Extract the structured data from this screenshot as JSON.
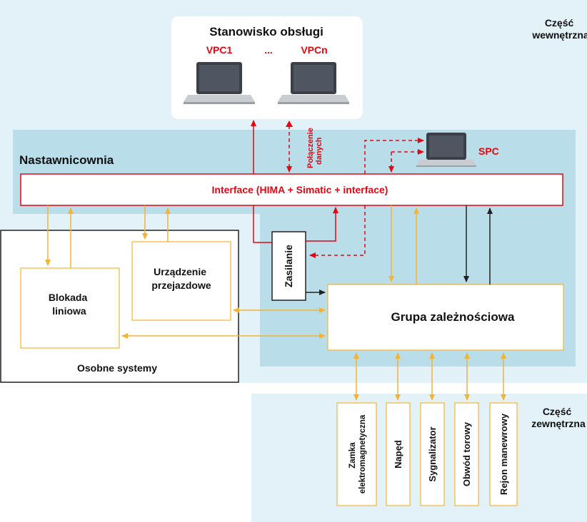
{
  "zones": {
    "inner_label_line1": "Część",
    "inner_label_line2": "wewnętrzna",
    "outer_label_line1": "Część",
    "outer_label_line2": "zewnętrzna"
  },
  "workstation": {
    "title": "Stanowisko obsługi",
    "vpc1": "VPC1",
    "ellipsis": "...",
    "vpcn": "VPCn"
  },
  "data_link": {
    "line1": "Połączenie",
    "line2": "danych"
  },
  "spc": "SPC",
  "control_room": "Nastawnicownia",
  "interface": "Interface (HIMA + Simatic + interface)",
  "power": "Zasilanie",
  "interlocking": "Grupa zależnościowa",
  "separate_systems": {
    "title": "Osobne systemy",
    "block_line1": "Blokada",
    "block_line2": "liniowa",
    "crossing_line1": "Urządzenie",
    "crossing_line2": "przejazdowe"
  },
  "field_devices": [
    {
      "line1": "Zamka",
      "line2": "elektromagnetyczna"
    },
    {
      "line1": "Napęd",
      "line2": ""
    },
    {
      "line1": "Sygnalizator",
      "line2": ""
    },
    {
      "line1": "Obwód torowy",
      "line2": ""
    },
    {
      "line1": "Rejon manewrowy",
      "line2": ""
    }
  ],
  "colors": {
    "zone_light": "#e3f1f8",
    "zone_mid": "#b9dde9",
    "red": "#e30613",
    "orange": "#f5b335",
    "dark": "#222222"
  }
}
